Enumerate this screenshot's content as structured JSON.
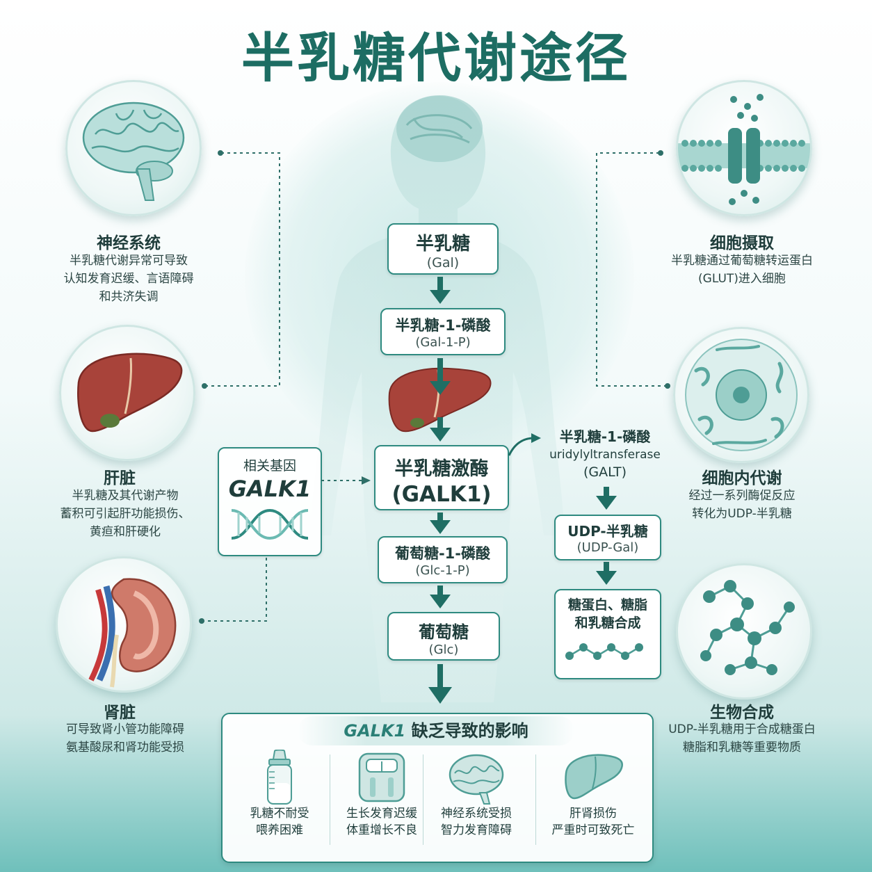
{
  "title": "半乳糖代谢途径",
  "left_panels": [
    {
      "title": "神经系统",
      "desc": [
        "半乳糖代谢异常可导致",
        "认知发育迟缓、言语障碍",
        "和共济失调"
      ],
      "icon": "brain-icon"
    },
    {
      "title": "肝脏",
      "desc": [
        "半乳糖及其代谢产物",
        "蓄积可引起肝功能损伤、",
        "黄疸和肝硬化"
      ],
      "icon": "liver-icon"
    },
    {
      "title": "肾脏",
      "desc": [
        "可导致肾小管功能障碍",
        "氨基酸尿和肾功能受损"
      ],
      "icon": "kidney-icon"
    }
  ],
  "right_panels": [
    {
      "title": "细胞摄取",
      "desc": [
        "半乳糖通过葡萄糖转运蛋白",
        "(GLUT)进入细胞"
      ],
      "icon": "membrane-transport-icon"
    },
    {
      "title": "细胞内代谢",
      "desc": [
        "经过一系列酶促反应",
        "转化为UDP-半乳糖"
      ],
      "icon": "cell-icon"
    },
    {
      "title": "生物合成",
      "desc": [
        "UDP-半乳糖用于合成糖蛋白",
        "糖脂和乳糖等重要物质"
      ],
      "icon": "molecule-icon"
    }
  ],
  "pathway": {
    "galactose": {
      "cn": "半乳糖",
      "en": "(Gal)"
    },
    "gal1p": {
      "cn": "半乳糖-1-磷酸",
      "en": "(Gal-1-P)"
    },
    "galk1": {
      "cn": "半乳糖激酶",
      "en": "(GALK1)"
    },
    "glc1p": {
      "cn": "葡萄糖-1-磷酸",
      "en": "(Glc-1-P)"
    },
    "glucose": {
      "cn": "葡萄糖",
      "en": "(Glc)"
    }
  },
  "galt": {
    "cn": "半乳糖-1-磷酸",
    "en1": "uridylyltransferase",
    "en2": "(GALT)"
  },
  "udp_gal": {
    "cn": "UDP-半乳糖",
    "en": "(UDP-Gal)"
  },
  "synthesis": {
    "line1": "糖蛋白、糖脂",
    "line2": "和乳糖合成"
  },
  "gene": {
    "label": "相关基因",
    "name": "GALK1"
  },
  "effects": {
    "heading_gene": "GALK1",
    "heading_text": "缺乏导致的影响",
    "items": [
      {
        "line1": "乳糖不耐受",
        "line2": "喂养困难",
        "icon": "baby-bottle-icon"
      },
      {
        "line1": "生长发育迟缓",
        "line2": "体重增长不良",
        "icon": "scale-icon"
      },
      {
        "line1": "神经系统受损",
        "line2": "智力发育障碍",
        "icon": "brain-icon"
      },
      {
        "line1": "肝肾损伤",
        "line2": "严重时可致死亡",
        "icon": "liver-icon"
      }
    ]
  },
  "colors": {
    "accent": "#1d6d63",
    "arrow": "#1f6e64",
    "border": "#2e8a80",
    "organ_red": "#a8433a"
  }
}
